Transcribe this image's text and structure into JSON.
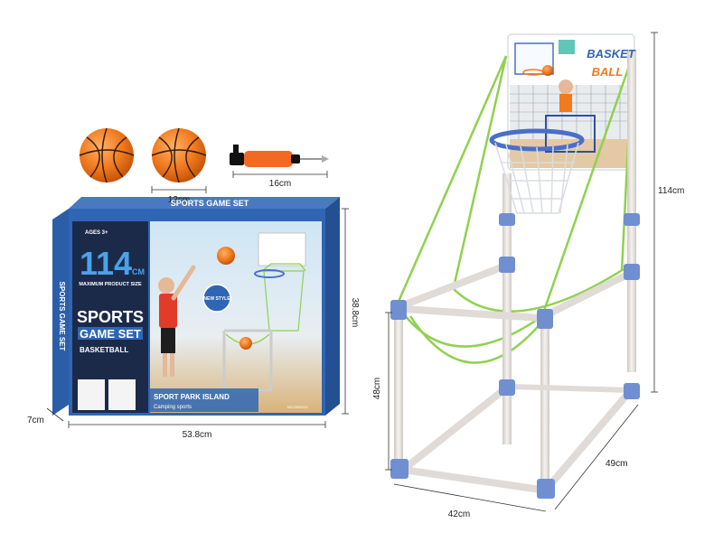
{
  "dimensions": {
    "ball": "12cm",
    "pump": "16cm",
    "box_depth": "7cm",
    "box_width": "53.8cm",
    "box_height": "38.8cm",
    "product_height": "114cm",
    "frame_height": "48cm",
    "frame_width": "42cm",
    "frame_depth": "49cm"
  },
  "box": {
    "top_banner": "SPORTS GAME SET",
    "side_text": "SPORTS GAME SET",
    "age": "AGES 3+",
    "size_number": "114",
    "size_unit": "CM",
    "size_caption": "MAXIMUM PRODUCT SIZE",
    "title_line1": "SPORTS",
    "title_line2": "GAME SET",
    "subtitle": "BASKETBALL",
    "badge": "NEW STYLE",
    "brand": "SPORT PARK ISLAND",
    "tagline": "Camping sports",
    "item_no": "NO.2890101"
  },
  "backboard": {
    "line1": "BASKET",
    "line2": "BALL"
  },
  "colors": {
    "ball": "#f07a1e",
    "box_blue": "#2f66b4",
    "box_dark": "#1c2a4a",
    "net_green": "#8fd14f",
    "frame_pipe": "#e8e3df",
    "connector": "#6f8fd0",
    "rim": "#4b6fc8"
  }
}
